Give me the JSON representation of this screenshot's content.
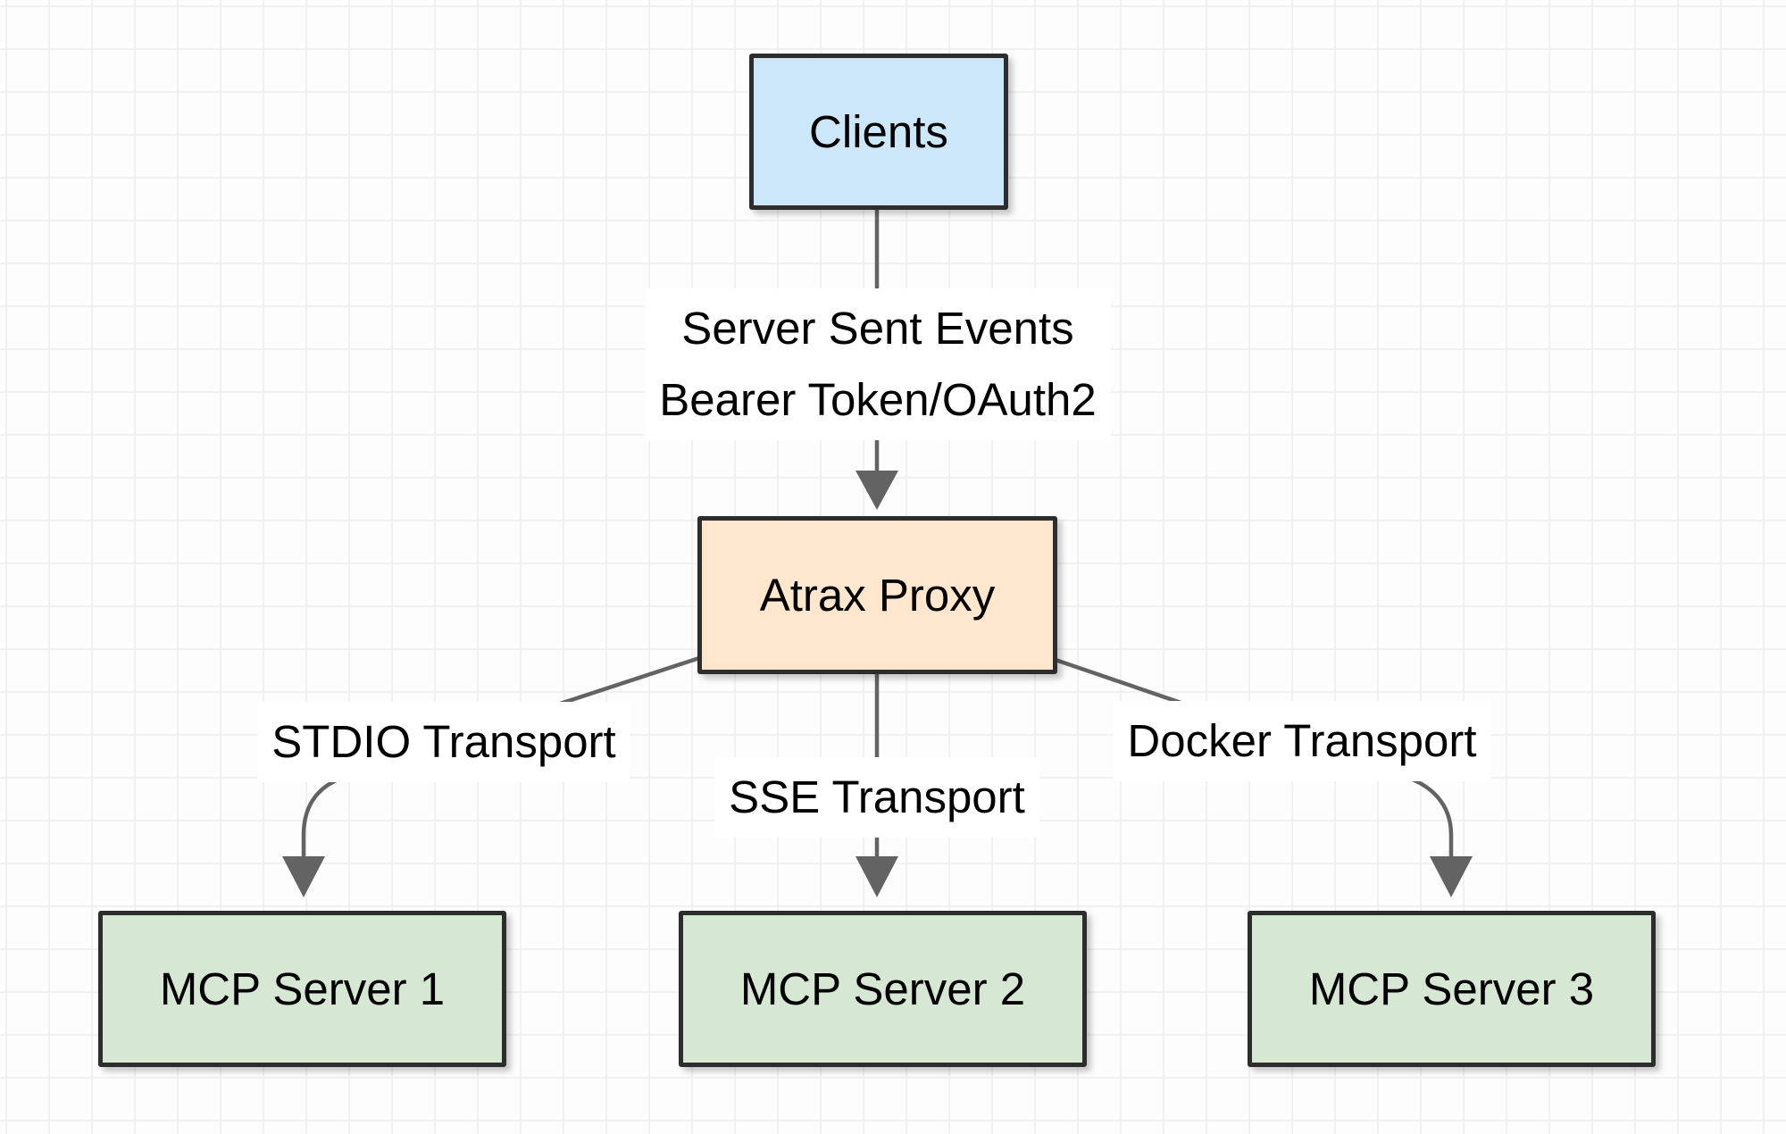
{
  "diagram": {
    "nodes": [
      {
        "id": "clients",
        "label": "Clients",
        "fill": "#cbe7f9"
      },
      {
        "id": "atrax-proxy",
        "label": "Atrax Proxy",
        "fill": "#ffe6cc"
      },
      {
        "id": "mcp-server-1",
        "label": "MCP Server 1",
        "fill": "#d6e7d4"
      },
      {
        "id": "mcp-server-2",
        "label": "MCP Server 2",
        "fill": "#d6e7d4"
      },
      {
        "id": "mcp-server-3",
        "label": "MCP Server 3",
        "fill": "#d6e7d4"
      }
    ],
    "edges": [
      {
        "from": "clients",
        "to": "atrax-proxy",
        "label_line1": "Server Sent Events",
        "label_line2": "Bearer Token/OAuth2"
      },
      {
        "from": "atrax-proxy",
        "to": "mcp-server-1",
        "label": "STDIO Transport"
      },
      {
        "from": "atrax-proxy",
        "to": "mcp-server-2",
        "label": "SSE Transport"
      },
      {
        "from": "atrax-proxy",
        "to": "mcp-server-3",
        "label": "Docker Transport"
      }
    ],
    "colors": {
      "node_border": "#2d2d2d",
      "connector": "#636363",
      "label_background": "#ffffff",
      "client_fill": "#cbe7f9",
      "proxy_fill": "#ffe6cc",
      "server_fill": "#d6e7d4",
      "grid_line": "#f1f1f1",
      "background": "#fdfdfd"
    }
  }
}
